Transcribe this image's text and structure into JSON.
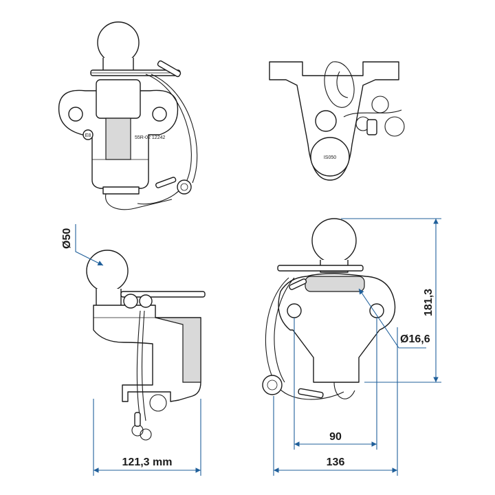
{
  "views": {
    "front_top": {
      "marking": "55R-02 12242",
      "approval_mark": "E8"
    },
    "top_right": {
      "marking": "IS050"
    }
  },
  "dimensions": {
    "ball_diameter": "Ø50",
    "side_width": "121,3 mm",
    "height": "181,3",
    "hole_diameter": "Ø16,6",
    "hole_spacing": "90",
    "total_width": "136"
  },
  "colors": {
    "dimension_line": "#1f5f9a",
    "outline": "#1a1a1a",
    "shading": "#d9d9d9"
  }
}
